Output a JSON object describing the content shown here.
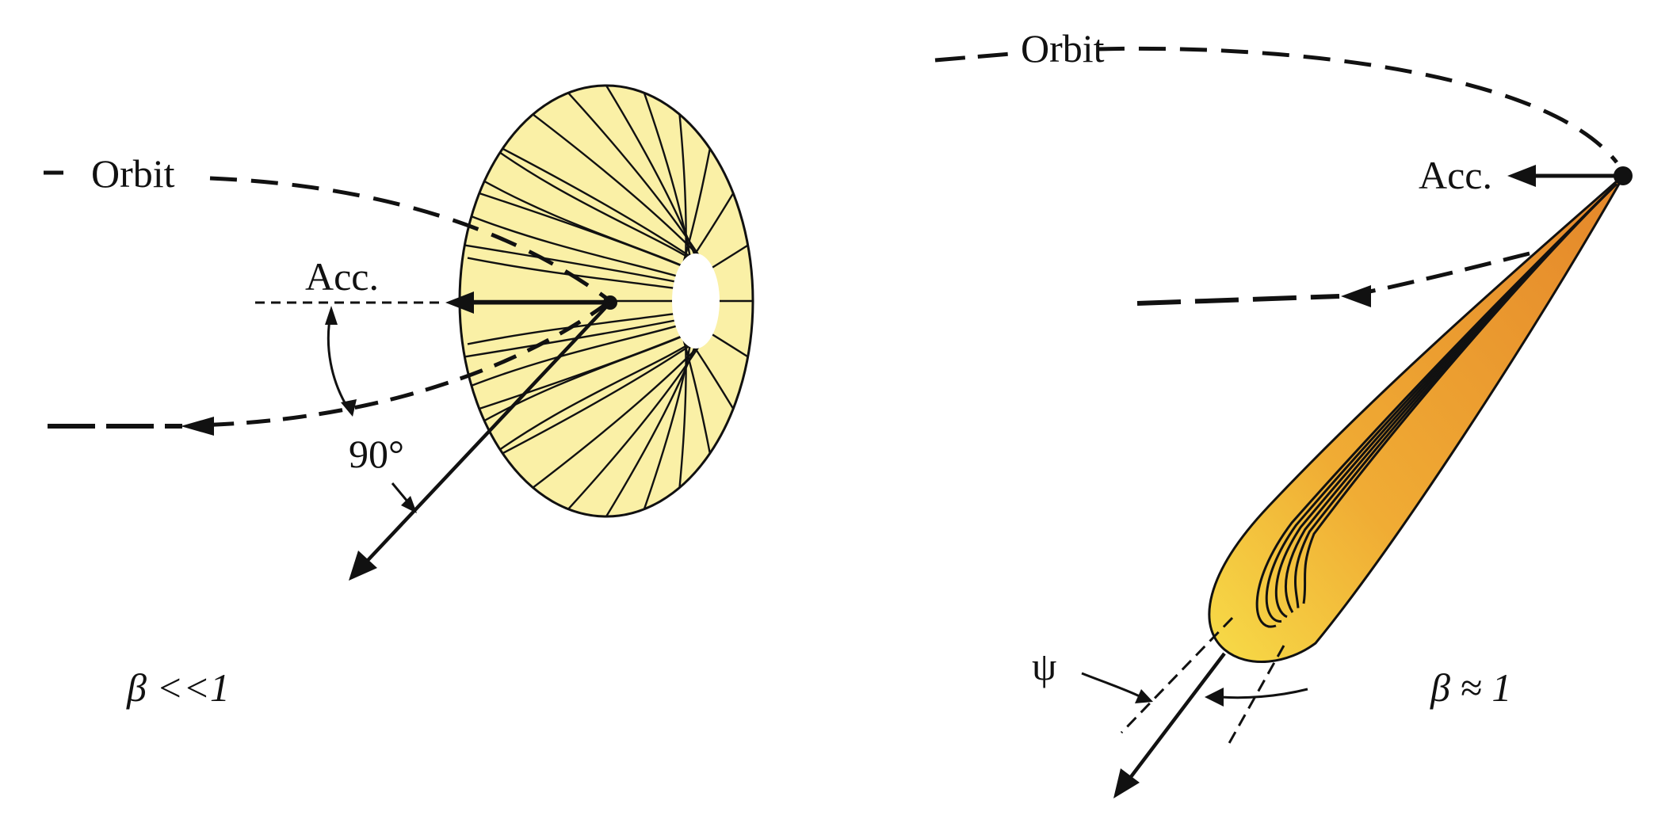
{
  "left_panel": {
    "orbit_label": "Orbit",
    "acc_label": "Acc.",
    "angle_label": "90°",
    "beta_label": "β <<1",
    "lobe_fill": "#faf0a6"
  },
  "right_panel": {
    "orbit_label": "Orbit",
    "acc_label": "Acc.",
    "psi_label": "ψ",
    "beta_label": "β ≈ 1",
    "beam_colors": [
      "#f5e25a",
      "#f0b53a",
      "#e48a2a"
    ]
  },
  "colors": {
    "ink": "#111111"
  }
}
